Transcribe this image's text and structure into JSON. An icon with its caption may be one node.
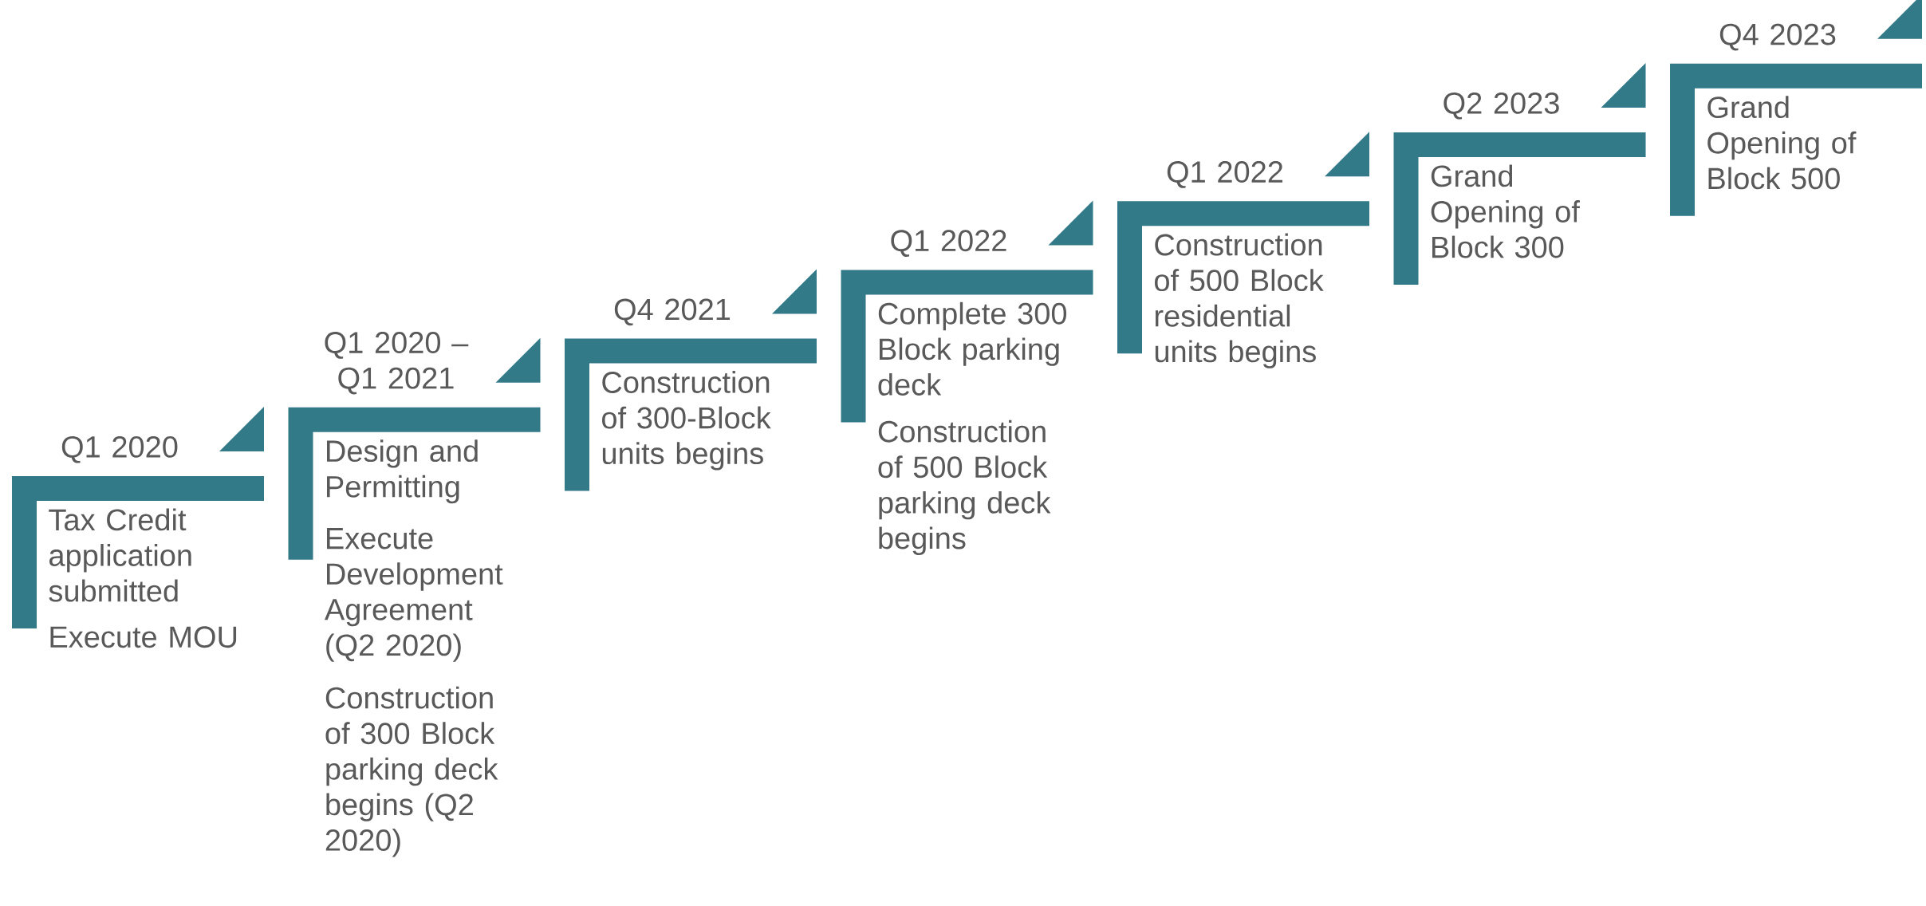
{
  "diagram": {
    "nodes": [
      {
        "text": [
          "Q1 2020",
          "Tax Credit application submitted",
          "Execute MOU"
        ]
      },
      {
        "text": [
          "Q1 2020 – Q1 2021",
          "Design and Permitting",
          "Execute Development Agreement (Q2 2020)",
          "Construction of 300 Block parking deck begins (Q2 2020)"
        ]
      },
      {
        "text": [
          "Q4 2021",
          "Construction of 300-Block units begins"
        ]
      },
      {
        "text": [
          "Q1 2022",
          "Complete 300 Block parking deck",
          "Construction of 500 Block parking deck begins"
        ]
      },
      {
        "text": [
          "Q1 2022",
          "Construction of 500 Block residential units begins"
        ]
      },
      {
        "text": [
          "Q2 2023",
          "Grand Opening of Block 300"
        ]
      },
      {
        "text": [
          "Q4 2023",
          "Grand Opening of Block 500"
        ]
      }
    ]
  }
}
